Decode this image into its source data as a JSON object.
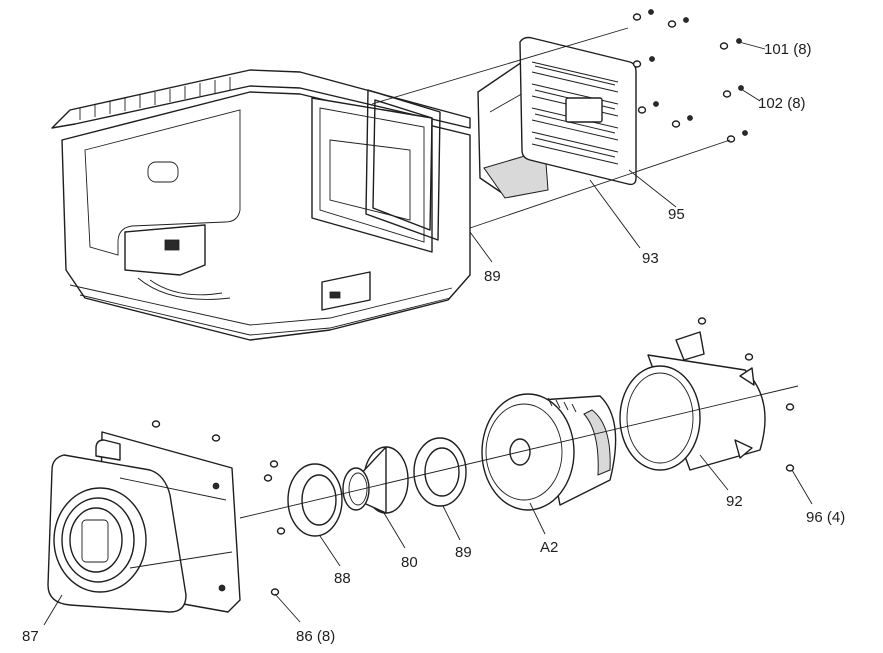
{
  "callouts": {
    "c101": "101 (8)",
    "c102": "102 (8)",
    "c95": "95",
    "c93": "93",
    "c89_top": "89",
    "c92": "92",
    "c96": "96 (4)",
    "cA2": "A2",
    "c89_bottom": "89",
    "c80": "80",
    "c88": "88",
    "c87": "87",
    "c86": "86 (8)"
  }
}
